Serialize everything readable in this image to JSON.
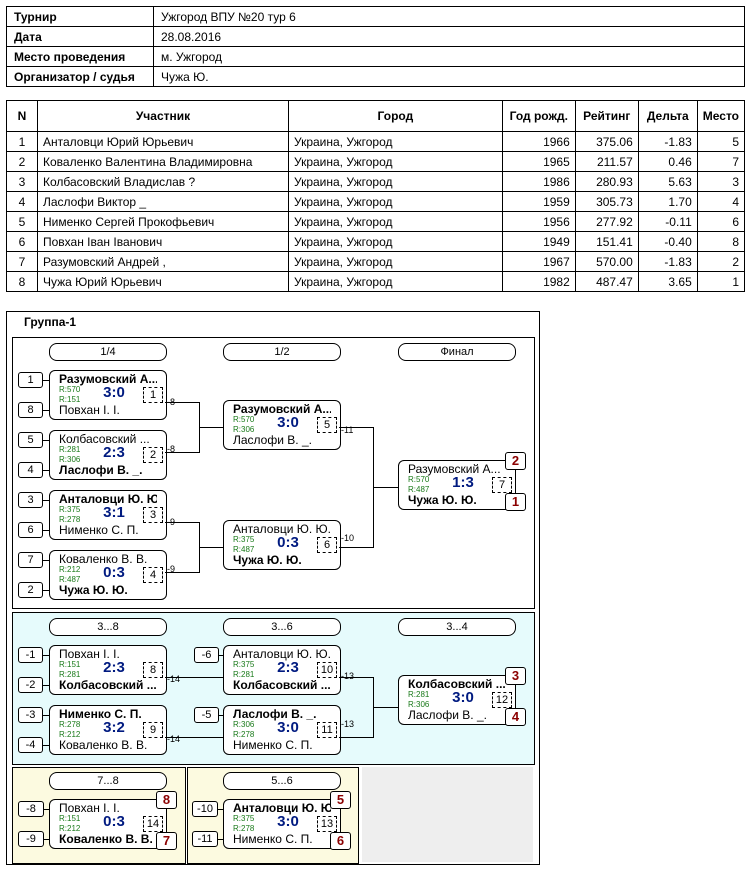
{
  "info": [
    {
      "key": "Турнир",
      "value": "Ужгород ВПУ №20 тур 6"
    },
    {
      "key": "Дата",
      "value": "28.08.2016"
    },
    {
      "key": "Место проведения",
      "value": "м. Ужгород"
    },
    {
      "key": "Организатор / судья",
      "value": "Чужа Ю."
    }
  ],
  "participants": {
    "headers": [
      "N",
      "Участник",
      "Город",
      "Год рожд.",
      "Рейтинг",
      "Дельта",
      "Место"
    ],
    "rows": [
      [
        "1",
        "Анталовци Юрий Юрьевич",
        "Украина, Ужгород",
        "1966",
        "375.06",
        "-1.83",
        "5"
      ],
      [
        "2",
        "Коваленко Валентина Владимировна",
        "Украина, Ужгород",
        "1965",
        "211.57",
        "0.46",
        "7"
      ],
      [
        "3",
        "Колбасовский Владислав ?",
        "Украина, Ужгород",
        "1986",
        "280.93",
        "5.63",
        "3"
      ],
      [
        "4",
        "Ласлофи Виктор _",
        "Украина, Ужгород",
        "1959",
        "305.73",
        "1.70",
        "4"
      ],
      [
        "5",
        "Нименко Сергей Прокофьевич",
        "Украина, Ужгород",
        "1956",
        "277.92",
        "-0.11",
        "6"
      ],
      [
        "6",
        "Повхан Іван Іванович",
        "Украина, Ужгород",
        "1949",
        "151.41",
        "-0.40",
        "8"
      ],
      [
        "7",
        "Разумовский Андрей ,",
        "Украина, Ужгород",
        "1967",
        "570.00",
        "-1.83",
        "2"
      ],
      [
        "8",
        "Чужа Юрий Юрьевич",
        "Украина, Ужгород",
        "1982",
        "487.47",
        "3.65",
        "1"
      ]
    ]
  },
  "group": {
    "title": "Группа-1",
    "headers": {
      "r14": "1/4",
      "r12": "1/2",
      "final": "Финал",
      "c38": "3...8",
      "c36": "3...6",
      "c34": "3...4",
      "c78": "7...8",
      "c56": "5...6"
    },
    "seeds": {
      "m1a": "1",
      "m1b": "8",
      "m2a": "5",
      "m2b": "4",
      "m3a": "3",
      "m3b": "6",
      "m4a": "7",
      "m4b": "2",
      "m8a": "-1",
      "m8b": "-2",
      "m9a": "-3",
      "m9b": "-4",
      "m10": "-6",
      "m11": "-5",
      "m14a": "-8",
      "m14b": "-9",
      "m13a": "-10",
      "m13b": "-11"
    },
    "matches": {
      "m1": {
        "p1": "Разумовский А...",
        "p2": "Повхан І. І.",
        "r1": "R:570",
        "r2": "R:151",
        "score": "3:0",
        "num": "1"
      },
      "m2": {
        "p1": "Колбасовский ...",
        "p2": "Ласлофи В. _.",
        "r1": "R:281",
        "r2": "R:306",
        "score": "2:3",
        "num": "2"
      },
      "m3": {
        "p1": "Анталовци Ю. Ю.",
        "p2": "Нименко С. П.",
        "r1": "R:375",
        "r2": "R:278",
        "score": "3:1",
        "num": "3"
      },
      "m4": {
        "p1": "Коваленко В. В.",
        "p2": "Чужа Ю. Ю.",
        "r1": "R:212",
        "r2": "R:487",
        "score": "0:3",
        "num": "4"
      },
      "m5": {
        "p1": "Разумовский А...",
        "p2": "Ласлофи В. _.",
        "r1": "R:570",
        "r2": "R:306",
        "score": "3:0",
        "num": "5"
      },
      "m6": {
        "p1": "Анталовци Ю. Ю.",
        "p2": "Чужа Ю. Ю.",
        "r1": "R:375",
        "r2": "R:487",
        "score": "0:3",
        "num": "6"
      },
      "m7": {
        "p1": "Разумовский А...",
        "p2": "Чужа Ю. Ю.",
        "r1": "R:570",
        "r2": "R:487",
        "score": "1:3",
        "num": "7",
        "place1": "2",
        "place2": "1"
      },
      "m8": {
        "p1": "Повхан І. І.",
        "p2": "Колбасовский ...",
        "r1": "R:151",
        "r2": "R:281",
        "score": "2:3",
        "num": "8"
      },
      "m9": {
        "p1": "Нименко С. П.",
        "p2": "Коваленко В. В.",
        "r1": "R:278",
        "r2": "R:212",
        "score": "3:2",
        "num": "9"
      },
      "m10": {
        "p1": "Анталовци Ю. Ю.",
        "p2": "Колбасовский ...",
        "r1": "R:375",
        "r2": "R:281",
        "score": "2:3",
        "num": "10"
      },
      "m11": {
        "p1": "Ласлофи В. _.",
        "p2": "Нименко С. П.",
        "r1": "R:306",
        "r2": "R:278",
        "score": "3:0",
        "num": "11"
      },
      "m12": {
        "p1": "Колбасовский ...",
        "p2": "Ласлофи В. _.",
        "r1": "R:281",
        "r2": "R:306",
        "score": "3:0",
        "num": "12",
        "place1": "3",
        "place2": "4"
      },
      "m14": {
        "p1": "Повхан І. І.",
        "p2": "Коваленко В. В.",
        "r1": "R:151",
        "r2": "R:212",
        "score": "0:3",
        "num": "14",
        "place1": "8",
        "place2": "7"
      },
      "m13": {
        "p1": "Анталовци Ю. Ю.",
        "p2": "Нименко С. П.",
        "r1": "R:375",
        "r2": "R:278",
        "score": "3:0",
        "num": "13",
        "place1": "5",
        "place2": "6"
      }
    },
    "loser_labels": {
      "m1": "-8",
      "m2": "-8",
      "m3": "-9",
      "m4": "-9",
      "m5": "-11",
      "m6": "-10",
      "m8": "-14",
      "m9": "-14",
      "m10": "-13",
      "m11": "-13"
    }
  }
}
